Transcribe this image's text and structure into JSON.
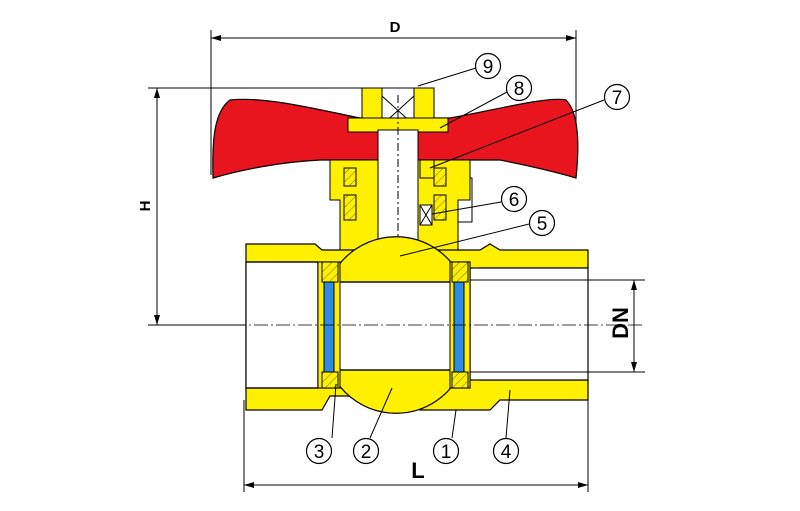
{
  "dimensions": {
    "d": "D",
    "h": "H",
    "dn": "DN",
    "l": "L"
  },
  "callouts": [
    {
      "num": "1"
    },
    {
      "num": "2"
    },
    {
      "num": "3"
    },
    {
      "num": "4"
    },
    {
      "num": "5"
    },
    {
      "num": "6"
    },
    {
      "num": "7"
    },
    {
      "num": "8"
    },
    {
      "num": "9"
    }
  ],
  "colors": {
    "brass": "#FFF000",
    "brass_edge": "#C8A000",
    "handle": "#E8141E",
    "seal": "#2E8BE6",
    "outline": "#000000"
  }
}
